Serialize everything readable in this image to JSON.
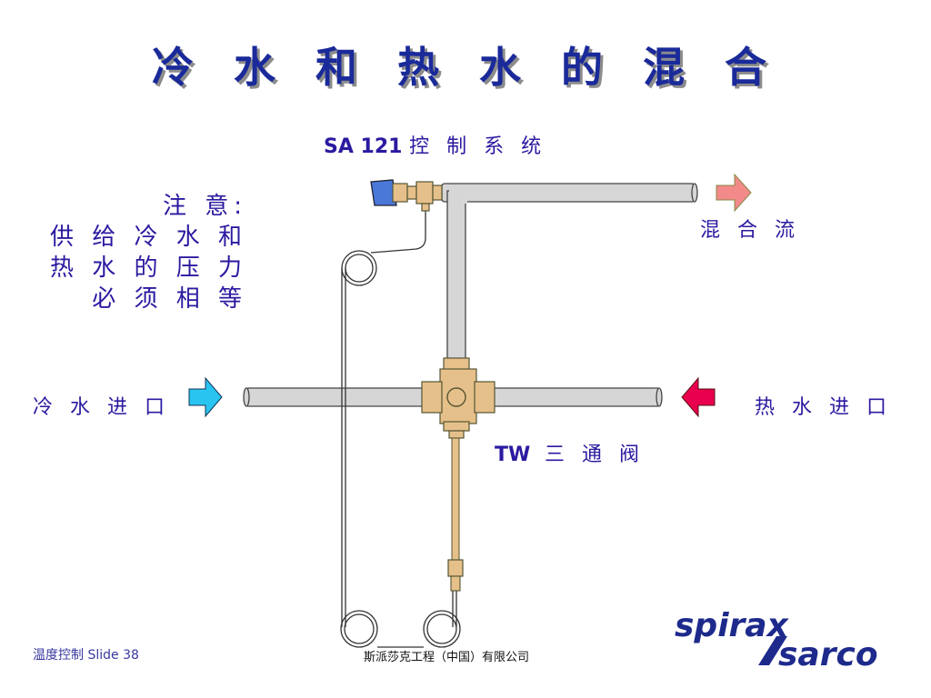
{
  "slide": {
    "title": "冷 水 和 热 水 的 混 合",
    "controller_label_prefix": "SA 121",
    "controller_label_suffix": "控 制 系 统",
    "note_lines": [
      "注 意:",
      "供 给 冷 水 和",
      "热 水 的 压 力",
      "必 须 相 等"
    ],
    "mixed_flow_label": "混 合 流",
    "cold_inlet_label": "冷 水 进 口",
    "hot_inlet_label": "热 水 进 口",
    "valve_label_prefix": "TW",
    "valve_label_suffix": "三 通 阀",
    "footer_left": "温度控制 Slide   38",
    "footer_company": "斯派莎克工程（中国）有限公司",
    "logo_top": "spirax",
    "logo_bottom": "sarco"
  },
  "colors": {
    "title": "#1a2a9a",
    "label": "#2a1aa0",
    "pipe_fill": "#d6d6d6",
    "brass": "#e6c08a",
    "cold_arrow": "#29c4f0",
    "hot_arrow": "#e8004e",
    "mixed_arrow": "#f28a8a",
    "sensor_head": "#4a78d8",
    "logo": "#1d2a8c"
  },
  "icons": [
    "cold-inlet-arrow-icon",
    "hot-inlet-arrow-icon",
    "mixed-flow-arrow-icon",
    "valve-actuator-icon"
  ]
}
